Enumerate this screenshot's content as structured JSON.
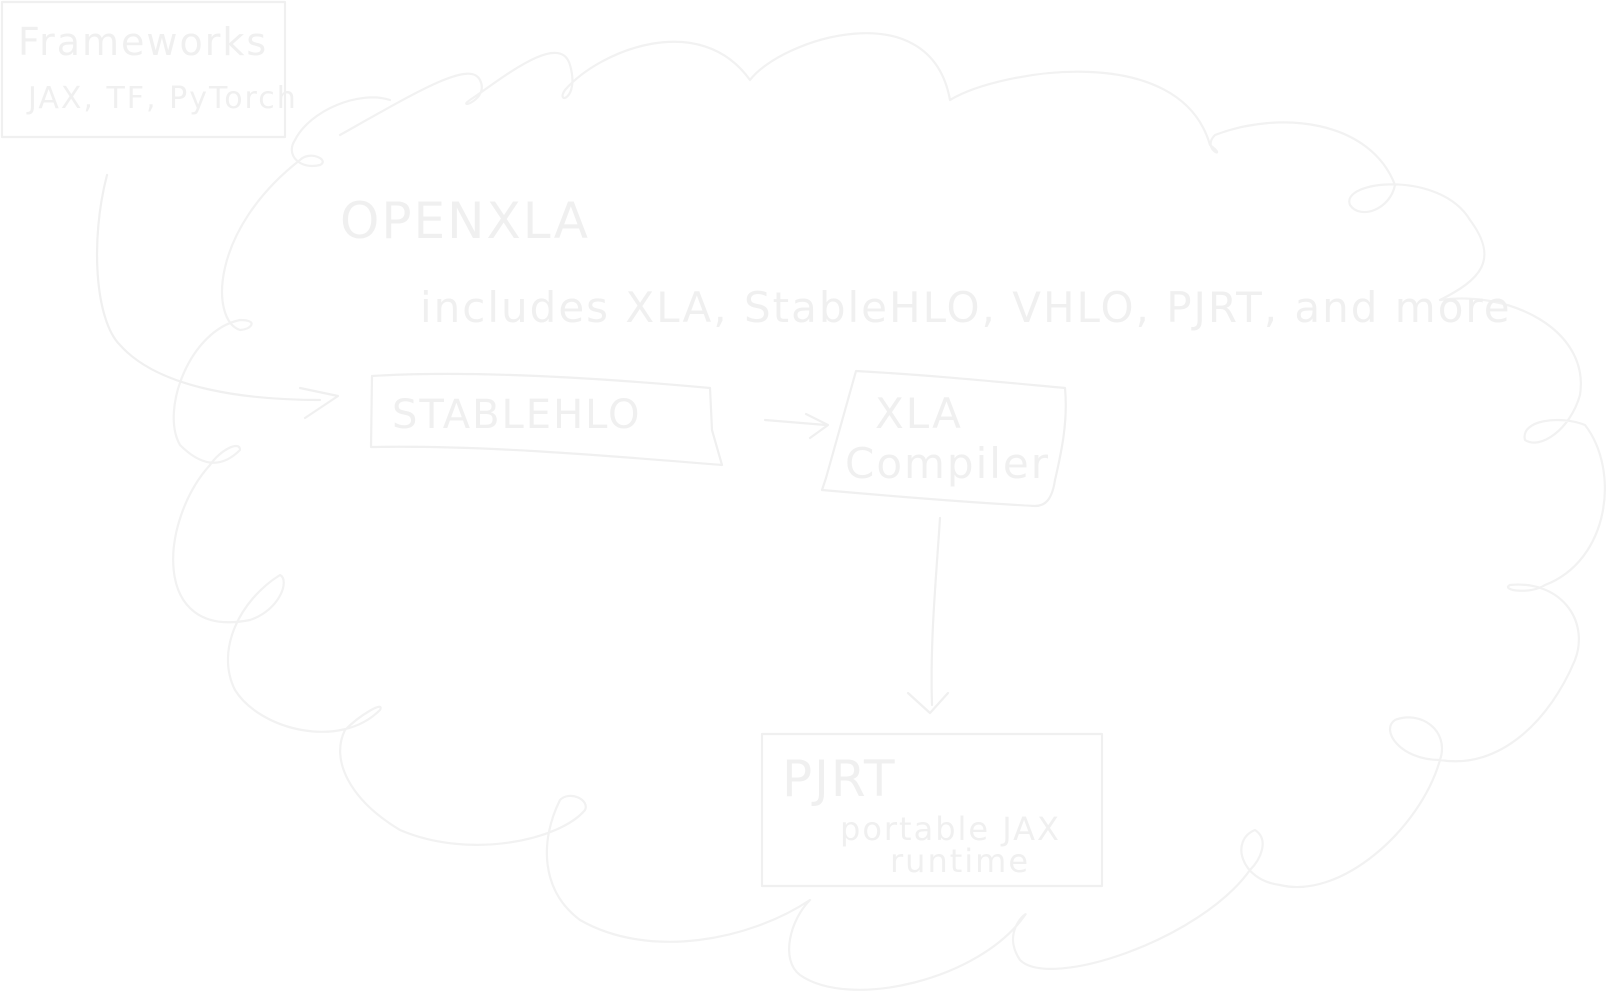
{
  "colors": {
    "stroke": "#f2f2f2",
    "ink": "#f0f0f0",
    "background": "#ffffff"
  },
  "frameworks": {
    "title": "Frameworks",
    "subtitle": "JAX, TF, PyTorch"
  },
  "openxla": {
    "title": "OPENXLA",
    "includes": "includes XLA, StableHLO, VHLO, PJRT, and more"
  },
  "stablehlo": {
    "label": "STABLEHLO"
  },
  "xla_compiler": {
    "line1": "XLA",
    "line2": "Compiler"
  },
  "pjrt": {
    "title": "PJRT",
    "subtitle_line1": "portable JAX",
    "subtitle_line2": "runtime"
  }
}
